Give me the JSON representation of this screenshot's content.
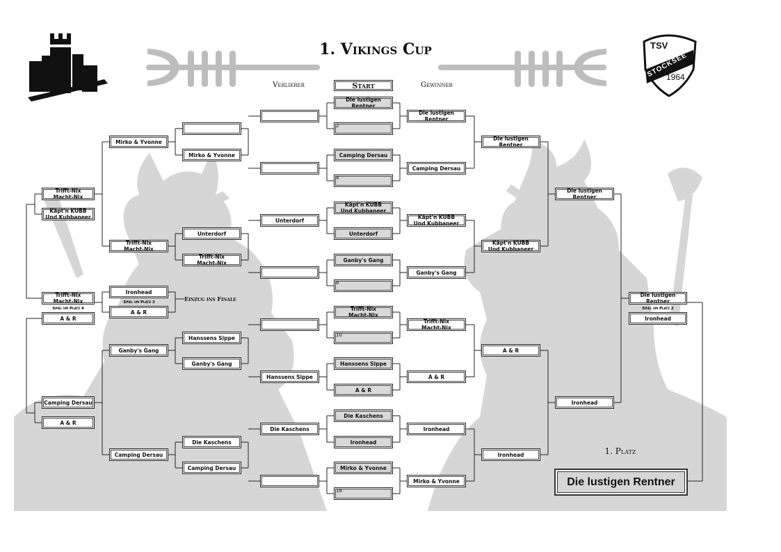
{
  "header": {
    "title": "1. Vikings Cup",
    "start_label": "Start",
    "loser_label": "Verlierer",
    "winner_label": "Gewinner",
    "first_place_label": "1. Platz",
    "finale_label": "Einzug ins Finale",
    "place3_label": "Spiel um Platz 3",
    "place4_label": "Spiel um Platz 4",
    "place2_label": "Spiel um Platz 2"
  },
  "logo": {
    "line1": "TSV",
    "line2": "STOCKSEE",
    "line3": "1964"
  },
  "winner": "Die lustigen Rentner",
  "start_round": [
    {
      "team": "Die lustigen Rentner",
      "shaded": true
    },
    {
      "team": "2",
      "shaded": true,
      "number": true
    },
    {
      "team": "Camping Dersau",
      "shaded": true
    },
    {
      "team": "4",
      "shaded": true,
      "number": true
    },
    {
      "team": "Käpt'n KUBB\nUnd Kubbaneer",
      "shaded": true
    },
    {
      "team": "Unterdorf",
      "shaded": true
    },
    {
      "team": "Ganby's Gang",
      "shaded": true
    },
    {
      "team": "8",
      "shaded": true,
      "number": true
    },
    {
      "team": "Trifft-Nix\nMacht-Nix",
      "shaded": true
    },
    {
      "team": "10",
      "shaded": true,
      "number": true
    },
    {
      "team": "Hanssens Sippe",
      "shaded": true
    },
    {
      "team": "A & R",
      "shaded": true
    },
    {
      "team": "Die Kaschens",
      "shaded": true
    },
    {
      "team": "Ironhead",
      "shaded": true
    },
    {
      "team": "Mirko & Yvonne",
      "shaded": true
    },
    {
      "team": "16",
      "shaded": true,
      "number": true
    }
  ],
  "winners_r1": [
    "Die lustigen Rentner",
    "Camping Dersau",
    "Käpt'n KUBB\nUnd Kubbaneer",
    "Ganby's Gang",
    "Trifft-Nix\nMacht-Nix",
    "A & R",
    "Ironhead",
    "Mirko & Yvonne"
  ],
  "winners_r2": [
    "Die lustigen Rentner",
    "Käpt'n KUBB\nUnd Kubbaneer",
    "A & R",
    "Ironhead"
  ],
  "winners_r3": [
    "Die lustigen Rentner",
    "Ironhead"
  ],
  "final": [
    "Die lustigen Rentner",
    "Ironhead"
  ],
  "losers_r1": [
    "",
    "",
    "Unterdorf",
    "",
    "",
    "Hanssens Sippe",
    "Die Kaschens",
    ""
  ],
  "losers_r2": [
    "",
    "Mirko & Yvonne",
    "Unterdorf",
    "Trifft-Nix\nMacht-Nix",
    "Hanssens Sippe",
    "Ganby's Gang",
    "Die Kaschens",
    "Camping Dersau"
  ],
  "losers_r3": [
    "Mirko & Yvonne",
    "Trifft-Nix\nMacht-Nix",
    "Ganby's Gang",
    "Camping Dersau"
  ],
  "losers_r4": [
    "Trifft-Nix\nMacht-Nix",
    "Käpt'n KUBB\nUnd Kubbaneer",
    "Camping Dersau",
    "A & R"
  ],
  "losers_semi": [
    "Trifft-Nix\nMacht-Nix",
    "A & R"
  ],
  "place3": [
    "Ironhead",
    "A & R"
  ]
}
